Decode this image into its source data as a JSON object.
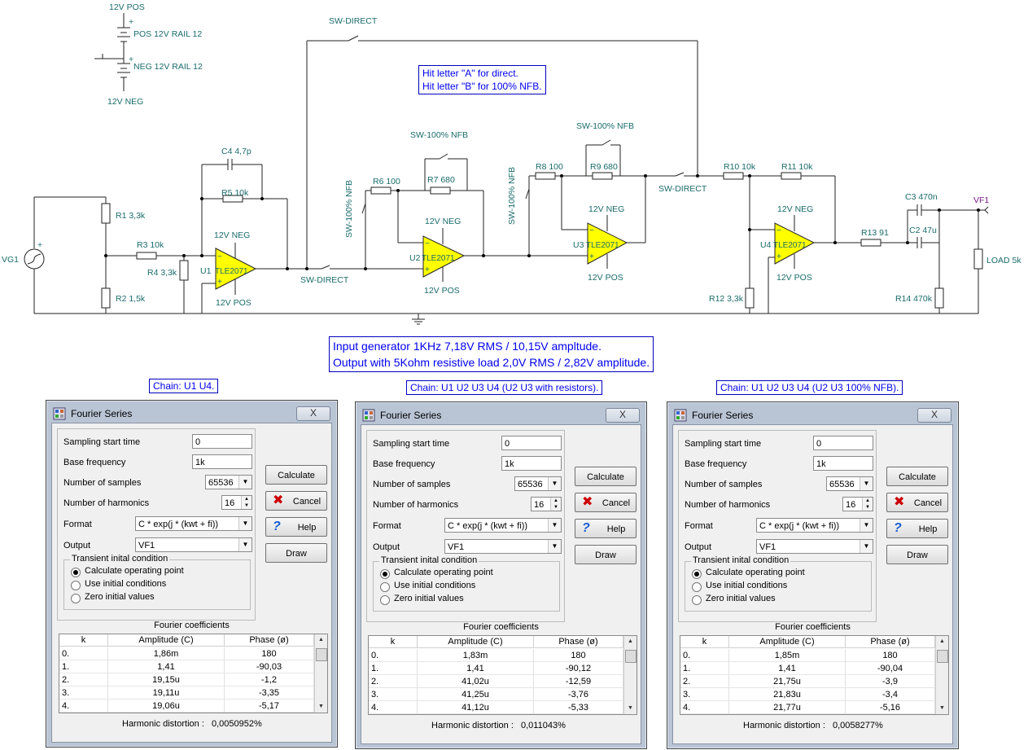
{
  "schematic": {
    "labels": {
      "pos_rail_top": "12V POS",
      "pos_rail_battery": "POS 12V RAIL 12",
      "neg_rail_battery": "NEG 12V RAIL 12",
      "neg_rail_bottom": "12V NEG",
      "sw_direct_top": "SW-DIRECT",
      "sw_nfb_a": "SW-100% NFB",
      "sw_nfb_b": "SW-100% NFB",
      "sw_nfb_vert_1": "SW-100% NFB",
      "sw_nfb_vert_2": "SW-100% NFB",
      "sw_direct_mid": "SW-DIRECT",
      "sw_direct_right": "SW-DIRECT",
      "vg1": "VG1",
      "r1": "R1 3,3k",
      "r2": "R2 1,5k",
      "r3": "R3 10k",
      "r4": "R4 3,3k",
      "r5": "R5 10k",
      "c4": "C4 4,7p",
      "u1": "U1",
      "u1_part": "TLE2071",
      "u1_neg": "12V NEG",
      "u1_pos": "12V POS",
      "r6": "R6 100",
      "r7": "R7 680",
      "u2": "U2",
      "u2_part": "TLE2071",
      "u2_neg": "12V NEG",
      "u2_pos": "12V POS",
      "r8": "R8 100",
      "r9": "R9 680",
      "u3": "U3",
      "u3_part": "TLE2071",
      "u3_neg": "12V NEG",
      "u3_pos": "12V POS",
      "r10": "R10 10k",
      "r11": "R11 10k",
      "u4": "U4",
      "u4_part": "TLE2071",
      "u4_neg": "12V NEG",
      "u4_pos": "12V POS",
      "r12": "R12 3,3k",
      "r13": "R13 91",
      "c3": "C3 470n",
      "c2": "C2 47u",
      "vf1": "VF1",
      "load": "LOAD 5k",
      "r14": "R14 470k"
    },
    "hint_line1": "Hit letter \"A\" for direct.",
    "hint_line2": "Hit letter \"B\"  for 100% NFB.",
    "info_line1": "Input generator 1KHz 7,18V RMS / 10,15V ampltude.",
    "info_line2": "Output with 5Kohm resistive load 2,0V RMS / 2,82V amplitude."
  },
  "panels": [
    {
      "chain": "Chain: U1 U4.",
      "dialog_title": "Fourier Series",
      "close": "X",
      "sampling_start_label": "Sampling start time",
      "sampling_start": "0",
      "base_freq_label": "Base frequency",
      "base_freq": "1k",
      "num_samples_label": "Number of samples",
      "num_samples": "65536",
      "num_harm_label": "Number of harmonics",
      "num_harm": "16",
      "format_label": "Format",
      "format": "C * exp(j * (kwt + fi))",
      "output_label": "Output",
      "output": "VF1",
      "btn_calculate": "Calculate",
      "btn_cancel": "Cancel",
      "btn_help": "Help",
      "btn_draw": "Draw",
      "transient_legend": "Transient inital condition",
      "opt1": "Calculate operating point",
      "opt2": "Use initial conditions",
      "opt3": "Zero initial values",
      "coeff_title": "Fourier coefficients",
      "col_k": "k",
      "col_amp": "Amplitude (C)",
      "col_phase": "Phase (ø)",
      "rows": [
        {
          "k": "0.",
          "amp": "1,86m",
          "phase": "180"
        },
        {
          "k": "1.",
          "amp": "1,41",
          "phase": "-90,03"
        },
        {
          "k": "2.",
          "amp": "19,15u",
          "phase": "-1,2"
        },
        {
          "k": "3.",
          "amp": "19,11u",
          "phase": "-3,35"
        },
        {
          "k": "4.",
          "amp": "19,06u",
          "phase": "-5,17"
        }
      ],
      "thd_label": "Harmonic distortion :",
      "thd": "0,0050952%"
    },
    {
      "chain": "Chain: U1 U2 U3 U4 (U2 U3 with resistors).",
      "dialog_title": "Fourier Series",
      "close": "X",
      "sampling_start_label": "Sampling start time",
      "sampling_start": "0",
      "base_freq_label": "Base frequency",
      "base_freq": "1k",
      "num_samples_label": "Number of samples",
      "num_samples": "65536",
      "num_harm_label": "Number of harmonics",
      "num_harm": "16",
      "format_label": "Format",
      "format": "C * exp(j * (kwt + fi))",
      "output_label": "Output",
      "output": "VF1",
      "btn_calculate": "Calculate",
      "btn_cancel": "Cancel",
      "btn_help": "Help",
      "btn_draw": "Draw",
      "transient_legend": "Transient inital condition",
      "opt1": "Calculate operating point",
      "opt2": "Use initial conditions",
      "opt3": "Zero initial values",
      "coeff_title": "Fourier coefficients",
      "col_k": "k",
      "col_amp": "Amplitude (C)",
      "col_phase": "Phase (ø)",
      "rows": [
        {
          "k": "0.",
          "amp": "1,83m",
          "phase": "180"
        },
        {
          "k": "1.",
          "amp": "1,41",
          "phase": "-90,12"
        },
        {
          "k": "2.",
          "amp": "41,02u",
          "phase": "-12,59"
        },
        {
          "k": "3.",
          "amp": "41,25u",
          "phase": "-3,76"
        },
        {
          "k": "4.",
          "amp": "41,12u",
          "phase": "-5,33"
        }
      ],
      "thd_label": "Harmonic distortion :",
      "thd": "0,011043%"
    },
    {
      "chain": "Chain: U1 U2 U3 U4 (U2 U3 100% NFB).",
      "dialog_title": "Fourier Series",
      "close": "X",
      "sampling_start_label": "Sampling start time",
      "sampling_start": "0",
      "base_freq_label": "Base frequency",
      "base_freq": "1k",
      "num_samples_label": "Number of samples",
      "num_samples": "65536",
      "num_harm_label": "Number of harmonics",
      "num_harm": "16",
      "format_label": "Format",
      "format": "C * exp(j * (kwt + fi))",
      "output_label": "Output",
      "output": "VF1",
      "btn_calculate": "Calculate",
      "btn_cancel": "Cancel",
      "btn_help": "Help",
      "btn_draw": "Draw",
      "transient_legend": "Transient inital condition",
      "opt1": "Calculate operating point",
      "opt2": "Use initial conditions",
      "opt3": "Zero initial values",
      "coeff_title": "Fourier coefficients",
      "col_k": "k",
      "col_amp": "Amplitude (C)",
      "col_phase": "Phase (ø)",
      "rows": [
        {
          "k": "0.",
          "amp": "1,85m",
          "phase": "180"
        },
        {
          "k": "1.",
          "amp": "1,41",
          "phase": "-90,04"
        },
        {
          "k": "2.",
          "amp": "21,75u",
          "phase": "-3,9"
        },
        {
          "k": "3.",
          "amp": "21,83u",
          "phase": "-3,4"
        },
        {
          "k": "4.",
          "amp": "21,77u",
          "phase": "-5,16"
        }
      ],
      "thd_label": "Harmonic distortion :",
      "thd": "0,0058277%"
    }
  ]
}
